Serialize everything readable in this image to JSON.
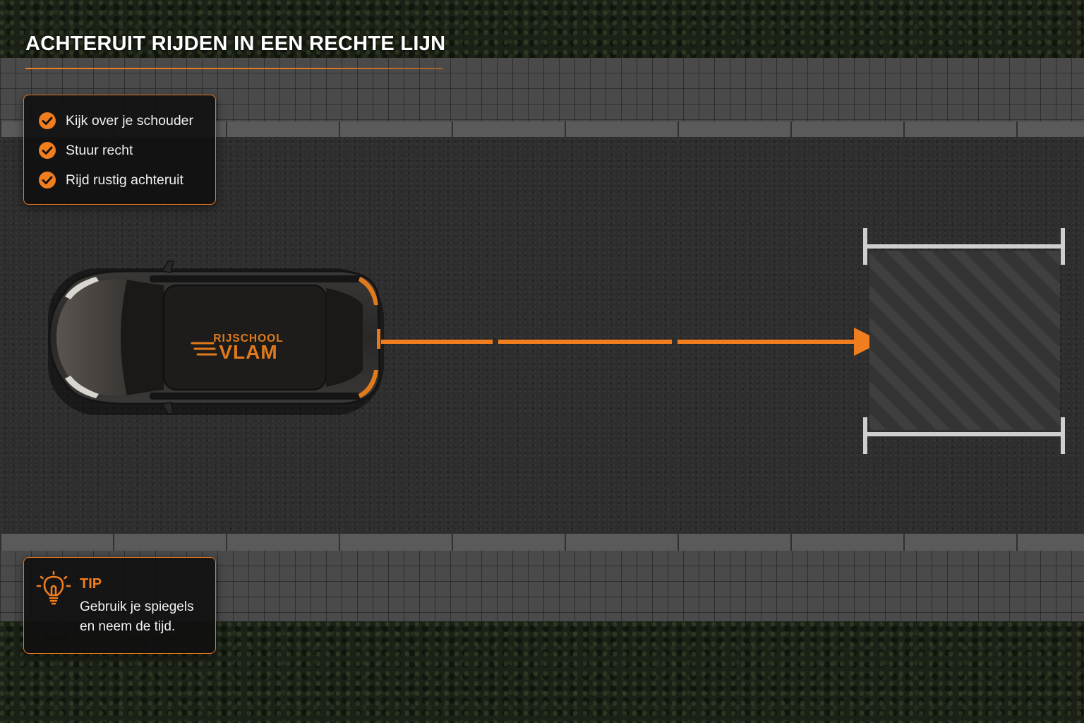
{
  "title": "ACHTERUIT RIJDEN IN EEN RECHTE LIJN",
  "colors": {
    "accent": "#f07d1e",
    "panel_bg": "#111111",
    "text": "#f2f2f2"
  },
  "checklist": {
    "items": [
      {
        "label": "Kijk over je schouder",
        "icon": "checkmark-circle-icon"
      },
      {
        "label": "Stuur recht",
        "icon": "checkmark-circle-icon"
      },
      {
        "label": "Rijd rustig achteruit",
        "icon": "checkmark-circle-icon"
      }
    ]
  },
  "car": {
    "brand_top": "RIJSCHOOL",
    "brand_main": "VLAM"
  },
  "tip": {
    "icon": "lightbulb-icon",
    "title": "TIP",
    "lines": [
      "Gebruik je spiegels",
      "en neem de tijd."
    ]
  }
}
